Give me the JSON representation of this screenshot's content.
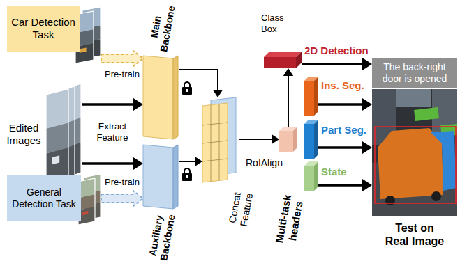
{
  "diagram": {
    "nodes": [
      {
        "text": [
          "Car Detection Task"
        ]
      },
      {
        "text": [
          "Edited Images"
        ]
      },
      {
        "text": [
          "General Detection Task"
        ]
      },
      {
        "text": [
          "Main Backbone"
        ]
      },
      {
        "text": [
          "Auxiliary Backbone"
        ]
      },
      {
        "text": [
          "Concat Feature"
        ]
      },
      {
        "text": [
          "RoIAlign"
        ]
      },
      {
        "text": [
          "Class Box",
          "2D Detection"
        ]
      },
      {
        "text": [
          "Ins. Seg."
        ]
      },
      {
        "text": [
          "Part Seg."
        ]
      },
      {
        "text": [
          "State"
        ]
      },
      {
        "text": [
          "The back-right door is opened",
          "Test on Real Image"
        ]
      }
    ],
    "edges": [
      {
        "from": 0,
        "to": 3,
        "label": "Pre-train",
        "arrow": "to"
      },
      {
        "from": 1,
        "to": 3,
        "arrow": "to"
      },
      {
        "from": 1,
        "to": 4,
        "arrow": "to"
      },
      {
        "from": 2,
        "to": 4,
        "label": "Pre-train",
        "arrow": "to"
      },
      {
        "from": 3,
        "to": 5,
        "arrow": "to"
      },
      {
        "from": 4,
        "to": 5,
        "arrow": "to"
      },
      {
        "from": 5,
        "to": 6,
        "arrow": "to"
      },
      {
        "from": 6,
        "to": 7,
        "arrow": "to"
      },
      {
        "from": 7,
        "to": 11,
        "arrow": "to"
      },
      {
        "from": 8,
        "to": 11,
        "arrow": "to"
      },
      {
        "from": 9,
        "to": 11,
        "arrow": "to"
      },
      {
        "from": 10,
        "to": 11,
        "arrow": "to"
      }
    ],
    "labels": [
      "Extract Feature",
      "Multi-task headers"
    ]
  }
}
